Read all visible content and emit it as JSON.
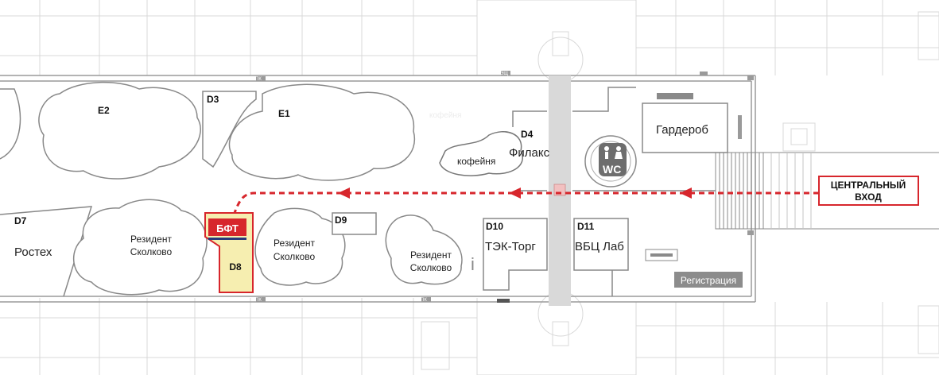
{
  "booths": {
    "e2": "E2",
    "d3": "D3",
    "e1": "E1",
    "d4": "D4",
    "filaks": "Филакс",
    "kofeinya": "кофейня",
    "garderob": "Гардероб",
    "wc": "WC",
    "d7": "D7",
    "rostekh": "Ростех",
    "bft": "БФТ",
    "d8": "D8",
    "d9": "D9",
    "d10": "D10",
    "tek_torg": "ТЭК-Торг",
    "d11": "D11",
    "vbc_lab": "ВБЦ Лаб",
    "registration": "Регистрация"
  },
  "resident_label": {
    "line1": "Резидент",
    "line2": "Сколково"
  },
  "entrance": {
    "line1": "ЦЕНТРАЛЬНЫЙ",
    "line2": "ВХОД"
  },
  "info_symbol": "i",
  "markers": {
    "pk": "ПК",
    "esch": "ЭЩ"
  },
  "background_text": "кофейня",
  "colors": {
    "route": "#d7262c",
    "bft_red": "#d7262c",
    "bft_fill": "#f6eeb0",
    "walls": "#9a9a9a",
    "corridor": "#d9d9d9",
    "registration_bg": "#8c8c8c",
    "wc_bg": "#6d6d6d"
  }
}
